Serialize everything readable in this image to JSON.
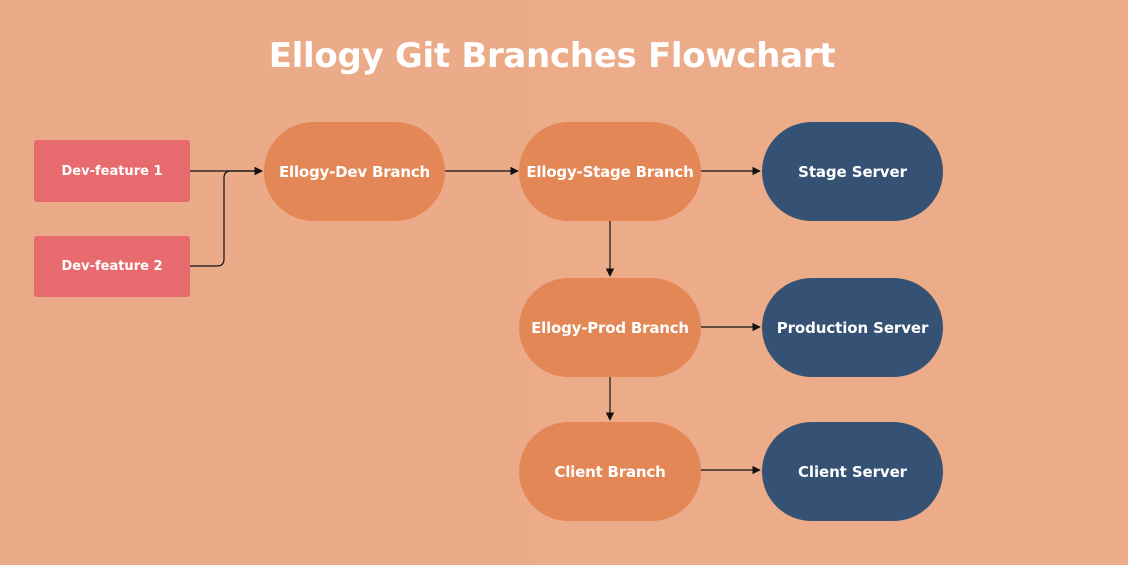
{
  "title": "Ellogy Git Branches Flowchart",
  "colors": {
    "background": "#ebab88",
    "background_right": "#ecac8a",
    "feature": "#e76b6e",
    "branch": "#e38757",
    "server": "#355274",
    "connector": "#111111",
    "text": "#ffffff"
  },
  "nodes": {
    "dev_feature_1": "Dev-feature 1",
    "dev_feature_2": "Dev-feature 2",
    "dev_branch": "Ellogy-Dev Branch",
    "stage_branch": "Ellogy-Stage Branch",
    "prod_branch": "Ellogy-Prod Branch",
    "client_branch": "Client Branch",
    "stage_server": "Stage Server",
    "production_server": "Production Server",
    "client_server": "Client Server"
  }
}
